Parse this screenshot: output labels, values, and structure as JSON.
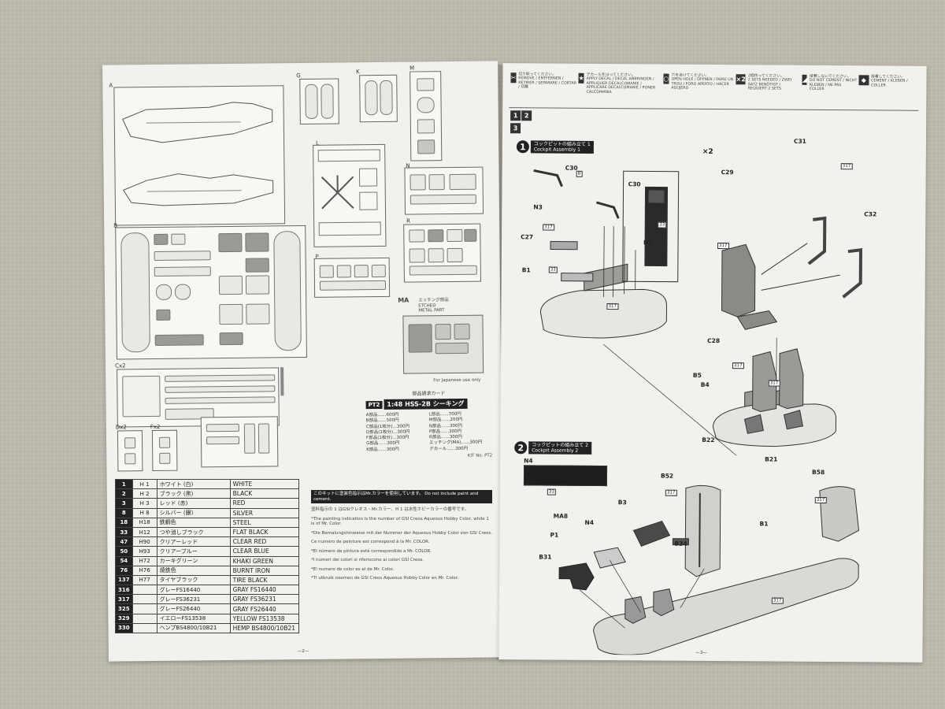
{
  "left_page": {
    "runner_labels": [
      "A",
      "G",
      "K",
      "M",
      "L",
      "N",
      "B",
      "R",
      "P",
      "C",
      "D",
      "F"
    ],
    "runner_multipliers": {
      "C": "x2",
      "D": "x2",
      "F": "x2"
    },
    "etched": {
      "label": "MA",
      "jp": "エッチング部品",
      "en1": "ETCHED",
      "en2": "METAL PART"
    },
    "japanese_only": "For Japanese use only",
    "price_card": {
      "header": "部品請求カード",
      "tag": "PT2",
      "name": "1:48 HSS-2B シーキング",
      "rows_left": [
        "A部品……600円",
        "B部品……500円",
        "C部品(1枚分)…300円",
        "D部品(1枚分)…300円",
        "F部品(1枚分)…300円",
        "G部品……300円",
        "K部品……300円"
      ],
      "rows_right": [
        "L部品……700円",
        "M部品……200円",
        "N部品……300円",
        "P部品……300円",
        "R部品……300円",
        "エッチング(MA)……300円",
        "デカール……300円"
      ],
      "code": "KIT No. PT2"
    },
    "page_number": "—2—"
  },
  "color_table": [
    {
      "num": "1",
      "hcode": "H 1",
      "jp": "ホワイト (白)",
      "en": "WHITE"
    },
    {
      "num": "2",
      "hcode": "H 2",
      "jp": "ブラック (黒)",
      "en": "BLACK"
    },
    {
      "num": "3",
      "hcode": "H 3",
      "jp": "レッド (赤)",
      "en": "RED"
    },
    {
      "num": "8",
      "hcode": "H 8",
      "jp": "シルバー (銀)",
      "en": "SILVER"
    },
    {
      "num": "18",
      "hcode": "H18",
      "jp": "鉄鋼色",
      "en": "STEEL"
    },
    {
      "num": "33",
      "hcode": "H12",
      "jp": "つや消しブラック",
      "en": "FLAT BLACK"
    },
    {
      "num": "47",
      "hcode": "H90",
      "jp": "クリアーレッド",
      "en": "CLEAR RED"
    },
    {
      "num": "50",
      "hcode": "H93",
      "jp": "クリアーブルー",
      "en": "CLEAR BLUE"
    },
    {
      "num": "54",
      "hcode": "H72",
      "jp": "カーキグリーン",
      "en": "KHAKI GREEN"
    },
    {
      "num": "76",
      "hcode": "H76",
      "jp": "焼鉄色",
      "en": "BURNT IRON"
    },
    {
      "num": "137",
      "hcode": "H77",
      "jp": "タイヤブラック",
      "en": "TIRE BLACK"
    },
    {
      "num": "316",
      "hcode": "",
      "jp": "グレーFS16440",
      "en": "GRAY FS16440"
    },
    {
      "num": "317",
      "hcode": "",
      "jp": "グレーFS36231",
      "en": "GRAY FS36231"
    },
    {
      "num": "325",
      "hcode": "",
      "jp": "グレーFS26440",
      "en": "GRAY FS26440"
    },
    {
      "num": "329",
      "hcode": "",
      "jp": "イエローFS13538",
      "en": "YELLOW FS13538"
    },
    {
      "num": "330",
      "hcode": "",
      "jp": "ヘンプBS4800/10B21",
      "en": "HEMP BS4800/10B21"
    }
  ],
  "notes": {
    "bar": "このキットに塗装色指示はMr.カラーを使用しています。 Do not include paint and cement.",
    "lines": [
      "塗料指示の 1 はGSIクレオス・Mr.カラー、H 1 は水性ホビーカラーの番号です。",
      "*The painting indication is the number of GSI Creos Aqueous Hobby Color, while 1 is of Mr. Color.",
      "*Die Bemalungshinweise mit der Nummer der Aqueous Hobby Color von GSI Creos.",
      "Ce numéro de peinture est correspond à la Mr. COLOR.",
      "*El número de pintura está correspondido a Mr. COLOR.",
      "*I numeri dei colori si riferiscono ai colori GSI Creos.",
      "*El numero de color es el de Mr. Color.",
      "*Ti utbruik noemen de GSI Creos Aqueous Hobby Color en Mr. Color."
    ]
  },
  "right_page": {
    "legend": [
      {
        "icon": "✂",
        "jp": "切り取ってください。",
        "en": "REMOVE / ENTFERNEN / RETIRER / SEPARARE / CORTAR / 切離"
      },
      {
        "icon": "★",
        "jp": "デカールをはってください。",
        "en": "APPLY DECAL / DECAL ANBRINGEN / APPLIQUER DECALCOMANIE / APPLICARE DECALCOMANIE / PONER CALCOMANIA"
      },
      {
        "icon": "○",
        "jp": "穴をあけてください。",
        "en": "OPEN HOLE / ÖFFNEN / FAIRE UN TROU / FORO APERTO / HACER AGUJERO"
      },
      {
        "icon": "×2",
        "jp": "2個作ってください。",
        "en": "2 SETS NEEDED / ZWEI SATZ BENÖTIGT / REQUIERT 2 SETS"
      },
      {
        "icon": "◢",
        "jp": "接着しないでください。",
        "en": "DO NOT CEMENT / NICHT KLEBEN / NE PAS COLLER"
      },
      {
        "icon": "◆",
        "jp": "接着してください。",
        "en": "CEMENT / KLEBEN / COLLER"
      }
    ],
    "step1": {
      "num": "1",
      "jp": "コックピットの組み立て 1",
      "en": "Cockpit Assembly 1"
    },
    "step2": {
      "num": "2",
      "jp": "コックピットの組み立て 2",
      "en": "Cockpit Assembly 2"
    },
    "x2": "×2",
    "callouts": [
      "C30",
      "C30",
      "N3",
      "N3",
      "C27",
      "B1",
      "C31",
      "C29",
      "C32",
      "C28",
      "B5",
      "B4",
      "B22",
      "B21",
      "N4",
      "B52",
      "B58",
      "B3",
      "B34",
      "MA8",
      "N4",
      "P1",
      "B31",
      "B1"
    ],
    "paint_codes": [
      "317",
      "33",
      "8",
      "317",
      "317",
      "33",
      "317",
      "317",
      "317",
      "317",
      "317",
      "33",
      "317"
    ],
    "page_number": "—3—"
  },
  "colors": {
    "ink": "#222222",
    "paper": "#f1f1ee",
    "mat": "#c0bcb1"
  }
}
